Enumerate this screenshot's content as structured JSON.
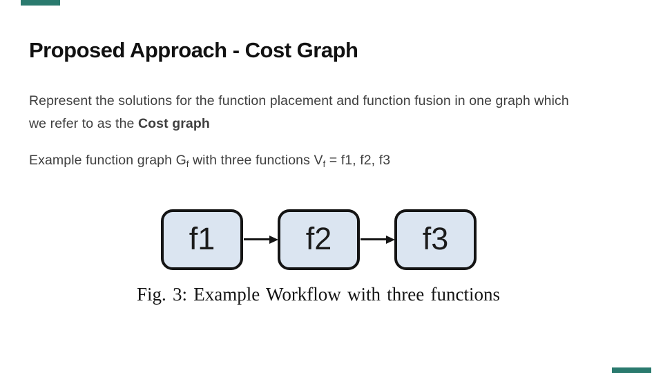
{
  "slide": {
    "title": "Proposed Approach - Cost Graph",
    "body": {
      "p1_line1": "Represent the solutions for the function placement and function fusion in one graph which",
      "p1_line2_regular": "we refer to as the ",
      "p1_line2_bold": "Cost graph",
      "p2_part1": "Example function graph G",
      "p2_sub1": "f",
      "p2_part2": " with three functions V",
      "p2_sub2": "f",
      "p2_part3": " = f1, f2, f3"
    },
    "figure": {
      "nodes": [
        {
          "label": "f1"
        },
        {
          "label": "f2"
        },
        {
          "label": "f3"
        }
      ],
      "caption": "Fig. 3: Example Workflow with three functions"
    },
    "colors": {
      "accent": "#2a7a6e",
      "node_fill": "#dbe5f1",
      "node_border": "#141414",
      "title_text": "#111111",
      "body_text": "#3f3f3f",
      "caption_text": "#141414"
    }
  }
}
